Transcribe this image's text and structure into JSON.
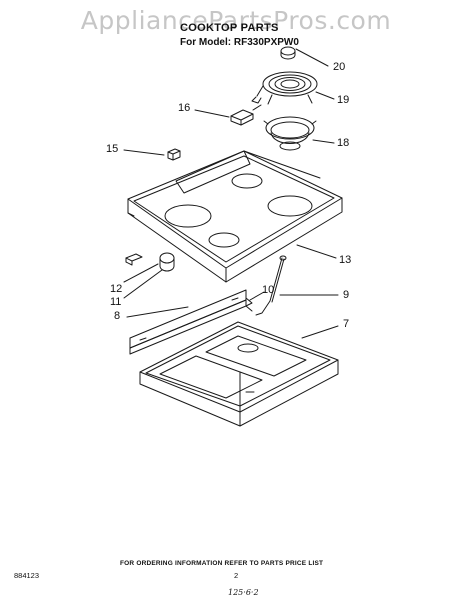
{
  "watermark": "AppliancePartsPros.com",
  "header": {
    "title": "COOKTOP PARTS",
    "model": "For Model: RF330PXPW0"
  },
  "callouts": [
    "20",
    "19",
    "16",
    "18",
    "15",
    "13",
    "12",
    "10",
    "9",
    "11",
    "8",
    "7"
  ],
  "footer": {
    "ordering_note": "FOR ORDERING INFORMATION REFER TO PARTS PRICE LIST",
    "document_number": "884123",
    "page_number": "2",
    "handwritten_note": "125·6·2"
  }
}
